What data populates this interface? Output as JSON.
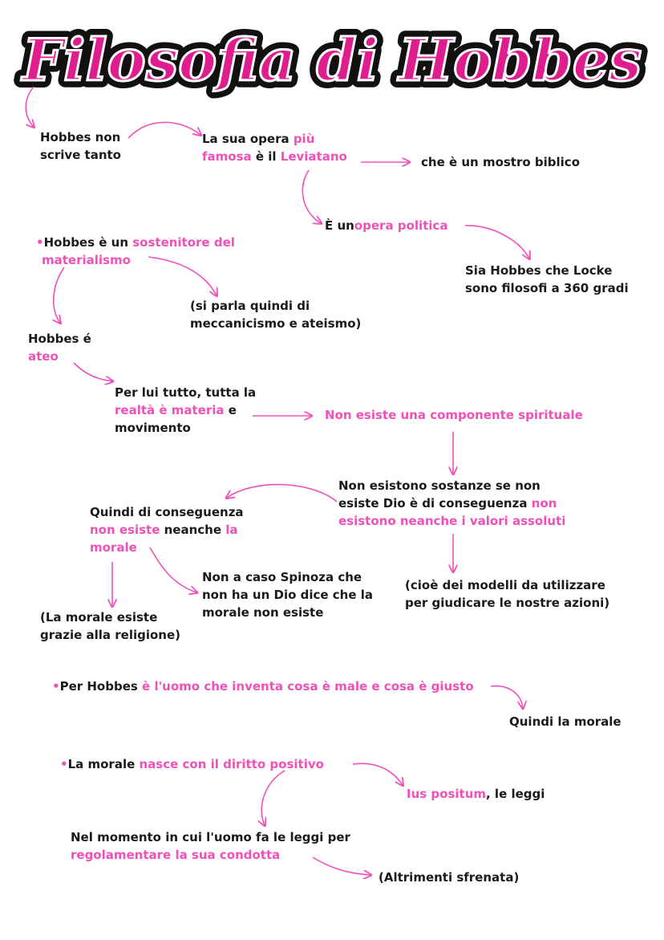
{
  "title": "Filosofia di Hobbes",
  "colors": {
    "accent": "#f050b8",
    "title_fill": "#e01d8e",
    "title_outline": "#111111",
    "text": "#1a1a1a"
  },
  "notes": {
    "n1": {
      "a": "Hobbes non",
      "b": "scrive tanto"
    },
    "n2": {
      "a1": "La sua opera ",
      "a2": "più",
      "b1": "famosa",
      "b2": " è il ",
      "b3": "Leviatano"
    },
    "n3": "che è un mostro biblico",
    "n4": {
      "a": "È un",
      "b": "opera politica"
    },
    "n5": {
      "a": "Sia Hobbes che Locke",
      "b": "sono filosofi a 360 gradi"
    },
    "n6": {
      "a1": "Hobbes è un ",
      "a2": "sostenitore del",
      "b": "materialismo"
    },
    "n7": {
      "a": "(si parla quindi di",
      "b": "meccanicismo e ateismo)"
    },
    "n8": {
      "a": "Hobbes é",
      "b": "ateo"
    },
    "n9": {
      "a": "Per lui tutto, tutta la",
      "b1": "realtà è materia",
      "b2": " e",
      "c": "movimento"
    },
    "n10": "Non esiste una componente spirituale",
    "n11": {
      "a": "Non esistono sostanze se non",
      "b1": "esiste Dio è di conseguenza ",
      "b2": "non",
      "c": "esistono neanche i valori assoluti"
    },
    "n12": {
      "a": "Quindi di conseguenza",
      "b1": "non esiste",
      "b2": " neanche ",
      "b3": "la",
      "c": "morale"
    },
    "n13": {
      "a": "Non a caso Spinoza che",
      "b": "non ha un Dio dice che la",
      "c": "morale non esiste"
    },
    "n14": {
      "a": "(cioè dei modelli da utilizzare",
      "b": "per giudicare le nostre azioni)"
    },
    "n15": {
      "a": "(La morale esiste",
      "b": "grazie alla religione)"
    },
    "n16": {
      "a1": "Per Hobbes ",
      "a2": "è l'uomo che inventa cosa è male e cosa è giusto"
    },
    "n17": "Quindi la morale",
    "n18": {
      "a1": "La morale ",
      "a2": "nasce con il diritto positivo"
    },
    "n19": {
      "a1": "Ius positum",
      "a2": ", le leggi"
    },
    "n20": {
      "a": "Nel momento in cui l'uomo fa le leggi per",
      "b": "regolamentare la sua condotta"
    },
    "n21": "(Altrimenti sfrenata)"
  }
}
